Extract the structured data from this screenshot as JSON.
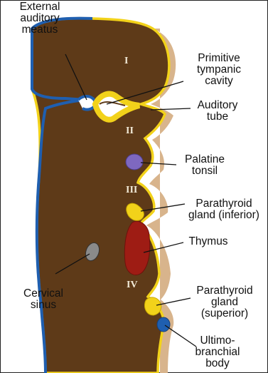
{
  "labels": {
    "external_auditory_meatus": [
      "External",
      "auditory",
      "meatus"
    ],
    "primitive_tympanic_cavity": [
      "Primitive",
      "tympanic",
      "cavity"
    ],
    "auditory_tube": [
      "Auditory",
      "tube"
    ],
    "palatine_tonsil": [
      "Palatine",
      "tonsil"
    ],
    "parathyroid_inferior": [
      "Parathyroid",
      "gland (inferior)"
    ],
    "thymus": [
      "Thymus"
    ],
    "cervical_sinus": [
      "Cervical",
      "sinus"
    ],
    "parathyroid_superior": [
      "Parathyroid",
      "gland",
      "(superior)"
    ],
    "ultimobranchial_body": [
      "Ultimo-",
      "branchial",
      "body"
    ]
  },
  "arches": {
    "i": "I",
    "ii": "II",
    "iii": "III",
    "iv": "IV"
  },
  "colors": {
    "mesenchyme": "#5e3a18",
    "ectoderm": "#1f5fb0",
    "endoderm": "#f2d21a",
    "pouch_shadow": "#d8b48c",
    "palatine_tonsil": "#7e68c0",
    "thymus": "#9e1c14",
    "cervical_sinus": "#8a8a8a",
    "ultimobranchial_body": "#1f5fb0"
  }
}
